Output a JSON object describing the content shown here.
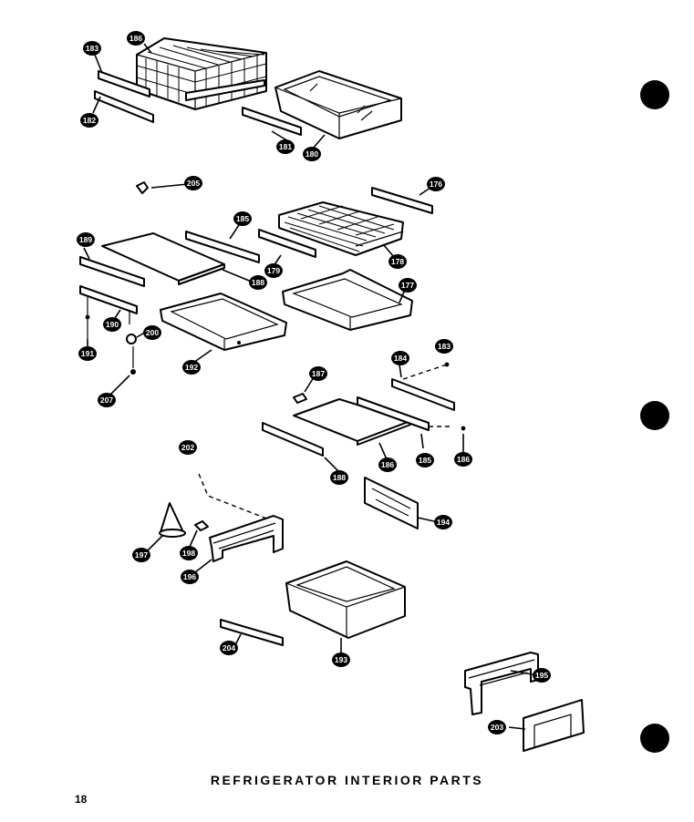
{
  "title": "REFRIGERATOR INTERIOR PARTS",
  "page_number": "18",
  "callouts": [
    {
      "id": "c-basket",
      "label": "186"
    },
    {
      "id": "c-basket-rail-top",
      "label": "183"
    },
    {
      "id": "c-basket-rail-bottom",
      "label": "182"
    },
    {
      "id": "c-crisper-rail",
      "label": "181"
    },
    {
      "id": "c-crisper-top",
      "label": "180"
    },
    {
      "id": "c-clip",
      "label": "205"
    },
    {
      "id": "c-wire-rail-right",
      "label": "176"
    },
    {
      "id": "c-wire-shelf",
      "label": "178"
    },
    {
      "id": "c-wire-rail-left",
      "label": "179"
    },
    {
      "id": "c-glass-rail-right",
      "label": "185"
    },
    {
      "id": "c-glass-rail-left",
      "label": "189"
    },
    {
      "id": "c-glass-shelf",
      "label": "188"
    },
    {
      "id": "c-slide-shelf-right",
      "label": "177"
    },
    {
      "id": "c-shelf-bracket",
      "label": "190"
    },
    {
      "id": "c-screw-left",
      "label": "191"
    },
    {
      "id": "c-nut",
      "label": "200"
    },
    {
      "id": "c-screw-bottom",
      "label": "207"
    },
    {
      "id": "c-slide-shelf-left",
      "label": "192"
    },
    {
      "id": "c-rail-184",
      "label": "184"
    },
    {
      "id": "c-screw-183",
      "label": "183"
    },
    {
      "id": "c-clips-187",
      "label": "187"
    },
    {
      "id": "c-lower-rail-right",
      "label": "185"
    },
    {
      "id": "c-screw-186",
      "label": "186"
    },
    {
      "id": "c-lower-rail-left",
      "label": "188"
    },
    {
      "id": "c-lower-shelf",
      "label": "186"
    },
    {
      "id": "c-wire-202",
      "label": "202"
    },
    {
      "id": "c-panel-194",
      "label": "194"
    },
    {
      "id": "c-cone",
      "label": "197"
    },
    {
      "id": "c-clip-198",
      "label": "198"
    },
    {
      "id": "c-frame",
      "label": "196"
    },
    {
      "id": "c-lower-slide",
      "label": "204"
    },
    {
      "id": "c-crisper-bottom",
      "label": "193"
    },
    {
      "id": "c-frame-195",
      "label": "195"
    },
    {
      "id": "c-cover-203",
      "label": "203"
    }
  ]
}
